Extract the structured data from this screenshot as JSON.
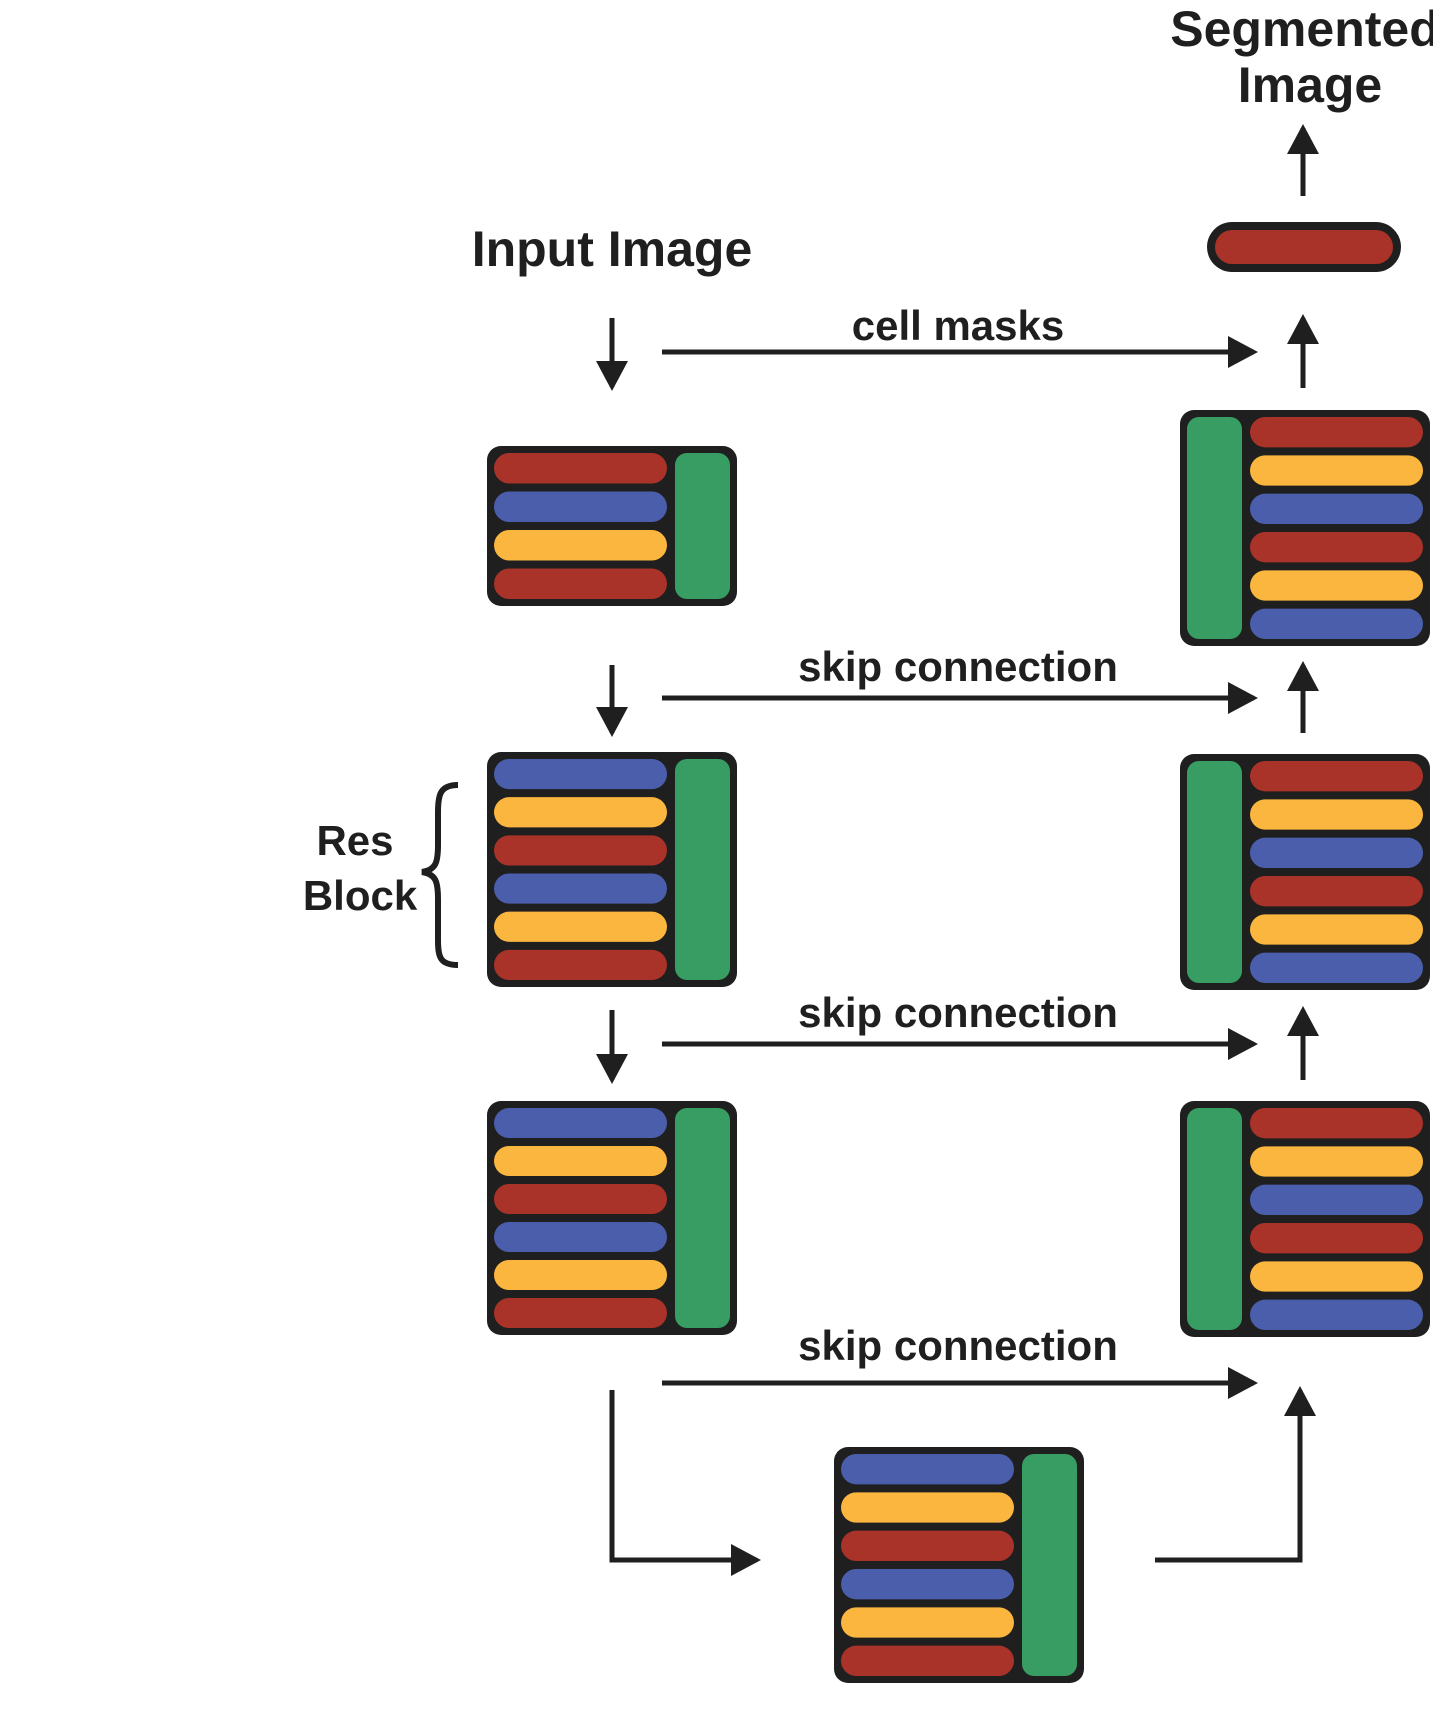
{
  "labels": {
    "input_image": "Input Image",
    "segmented_line1": "Segmented",
    "segmented_line2": "Image",
    "cell_masks": "cell masks",
    "skip_1": "skip connection",
    "skip_2": "skip connection",
    "skip_3": "skip connection",
    "res_line1": "Res",
    "res_line2": "Block"
  },
  "colors": {
    "red": "#a93328",
    "blue": "#4a5eab",
    "yellow": "#fbb63f",
    "green": "#389d63",
    "outline": "#1f1f1f"
  },
  "blocks": [
    {
      "id": "encoder-1",
      "side": "left",
      "stripes": [
        "red",
        "blue",
        "yellow",
        "red"
      ]
    },
    {
      "id": "encoder-2",
      "side": "left",
      "stripes": [
        "blue",
        "yellow",
        "red",
        "blue",
        "yellow",
        "red"
      ]
    },
    {
      "id": "encoder-3",
      "side": "left",
      "stripes": [
        "blue",
        "yellow",
        "red",
        "blue",
        "yellow",
        "red"
      ]
    },
    {
      "id": "bottleneck",
      "side": "left",
      "stripes": [
        "blue",
        "yellow",
        "red",
        "blue",
        "yellow",
        "red"
      ]
    },
    {
      "id": "decoder-1",
      "side": "right",
      "stripes": [
        "red",
        "yellow",
        "blue",
        "red",
        "yellow",
        "blue"
      ]
    },
    {
      "id": "decoder-2",
      "side": "right",
      "stripes": [
        "red",
        "yellow",
        "blue",
        "red",
        "yellow",
        "blue"
      ]
    },
    {
      "id": "decoder-3",
      "side": "right",
      "stripes": [
        "red",
        "yellow",
        "blue",
        "red",
        "yellow",
        "blue"
      ]
    }
  ],
  "output_stripe": "red"
}
